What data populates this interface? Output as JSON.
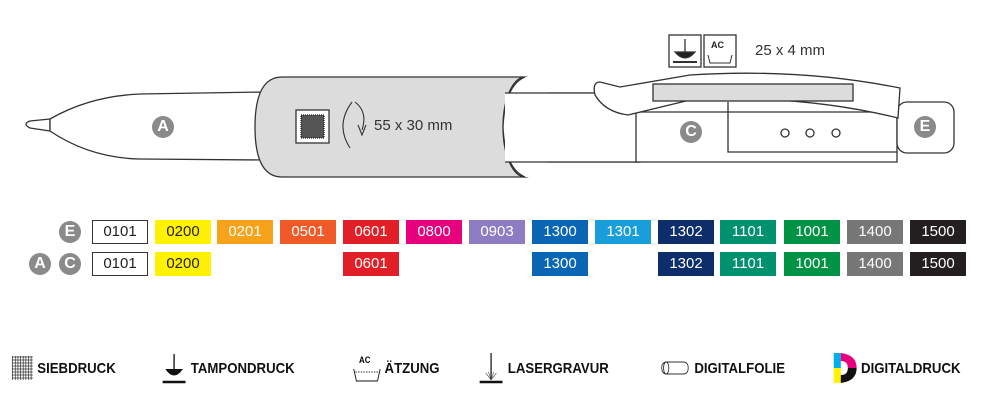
{
  "dimensions": {
    "clip": "25 x 4 mm",
    "sleeve": "55 x 30 mm"
  },
  "parts": {
    "a": "A",
    "c": "C",
    "e": "E"
  },
  "rows": {
    "e": {
      "labels": [
        "E"
      ],
      "swatches": [
        {
          "code": "0101",
          "color": "#ffffff"
        },
        {
          "code": "0200",
          "color": "#fff200"
        },
        {
          "code": "0201",
          "color": "#f7a21b"
        },
        {
          "code": "0501",
          "color": "#ef5a28"
        },
        {
          "code": "0601",
          "color": "#e21f26"
        },
        {
          "code": "0800",
          "color": "#e6007e"
        },
        {
          "code": "0903",
          "color": "#8e7cc3"
        },
        {
          "code": "1300",
          "color": "#0866b4"
        },
        {
          "code": "1301",
          "color": "#1a9ddb"
        },
        {
          "code": "1302",
          "color": "#0e2d6b"
        },
        {
          "code": "1101",
          "color": "#00916e"
        },
        {
          "code": "1001",
          "color": "#009245"
        },
        {
          "code": "1400",
          "color": "#777777"
        },
        {
          "code": "1500",
          "color": "#231f20"
        }
      ]
    },
    "ac": {
      "labels": [
        "A",
        "C"
      ],
      "swatches": [
        {
          "code": "0101",
          "color": "#ffffff",
          "slot": 0
        },
        {
          "code": "0200",
          "color": "#fff200",
          "slot": 1
        },
        {
          "code": "0601",
          "color": "#e21f26",
          "slot": 4
        },
        {
          "code": "1300",
          "color": "#0866b4",
          "slot": 7
        },
        {
          "code": "1302",
          "color": "#0e2d6b",
          "slot": 9
        },
        {
          "code": "1101",
          "color": "#00916e",
          "slot": 10
        },
        {
          "code": "1001",
          "color": "#009245",
          "slot": 11
        },
        {
          "code": "1400",
          "color": "#777777",
          "slot": 12
        },
        {
          "code": "1500",
          "color": "#231f20",
          "slot": 13
        }
      ]
    }
  },
  "legend": [
    {
      "label": "SIEBDRUCK",
      "icon": "screen-print-icon"
    },
    {
      "label": "TAMPONDRUCK",
      "icon": "pad-print-icon"
    },
    {
      "label": "ÄTZUNG",
      "icon": "etching-icon",
      "icon_text": "AC"
    },
    {
      "label": "LASERGRAVUR",
      "icon": "laser-engraving-icon"
    },
    {
      "label": "DIGITALFOLIE",
      "icon": "digital-foil-icon"
    },
    {
      "label": "DIGITALDRUCK",
      "icon": "digital-print-icon"
    }
  ]
}
